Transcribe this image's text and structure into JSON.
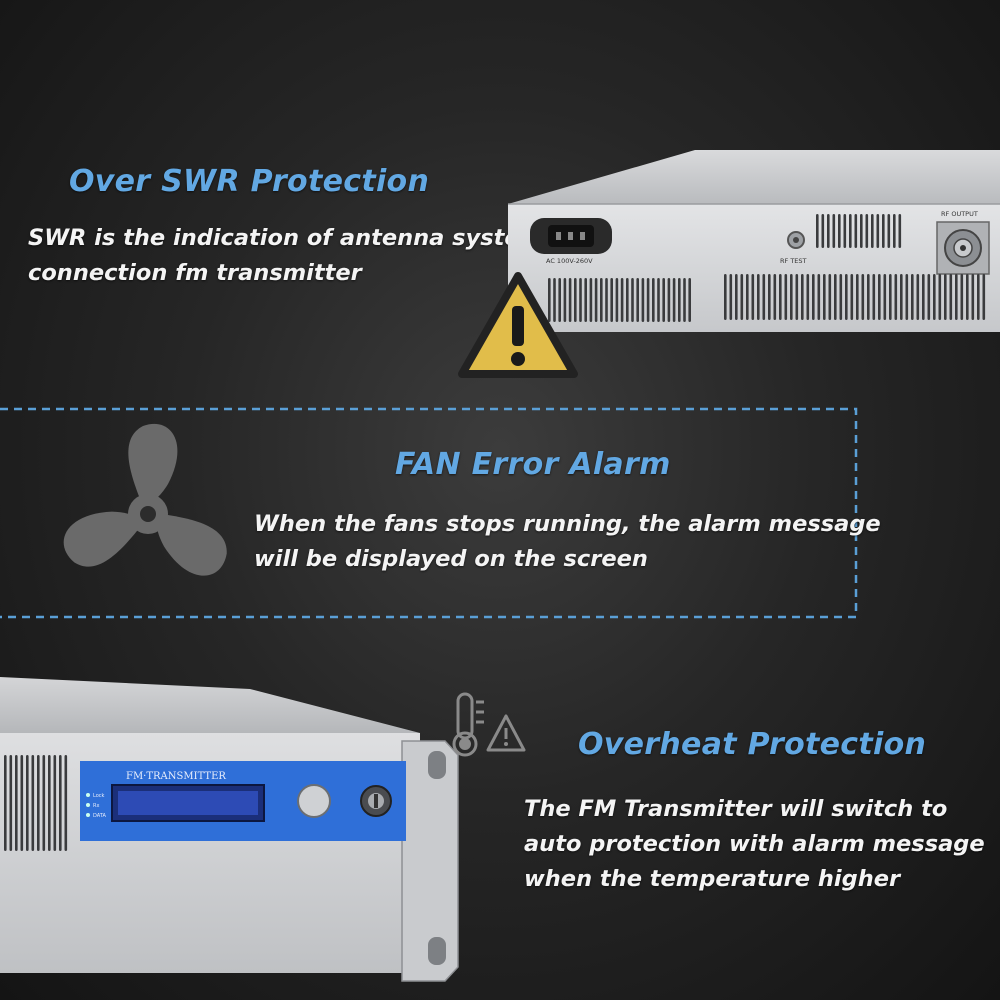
{
  "sections": {
    "swr": {
      "title": "Over SWR Protection",
      "lines": [
        "SWR is the indication of antenna system",
        "connection fm transmitter"
      ]
    },
    "fan": {
      "title": "FAN Error Alarm",
      "lines": [
        "When the fans stops running, the alarm message",
        "will be displayed on the screen"
      ]
    },
    "overheat": {
      "title": "Overheat Protection",
      "lines": [
        "The FM Transmitter will switch to",
        "auto protection with alarm message",
        "when the temperature higher"
      ]
    }
  },
  "rear_panel": {
    "ac_label": "AC  100V-260V",
    "rf_test_label": "RF TEST",
    "rf_output_label": "RF OUTPUT"
  },
  "front_panel": {
    "brand_label": "FM·TRANSMITTER",
    "led_labels": [
      "Lock",
      "Rx",
      "DATA"
    ]
  },
  "colors": {
    "accent": "#62a8e3",
    "dashed_border": "#5a9fd6",
    "warning_yellow": "#e1bd4a",
    "panel_blue": "#2f6fd8"
  },
  "icons": [
    "warning-icon",
    "fan-icon",
    "thermometer-warning-icon"
  ]
}
